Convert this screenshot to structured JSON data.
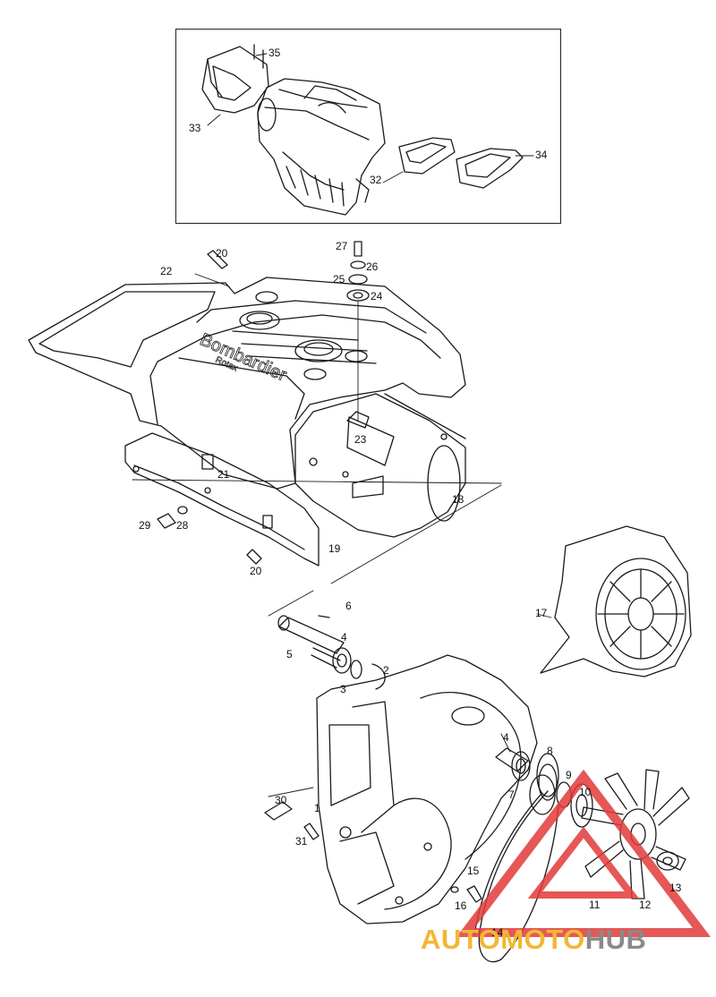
{
  "diagram": {
    "callouts": [
      "35",
      "33",
      "34",
      "32",
      "27",
      "26",
      "25",
      "24",
      "20",
      "22",
      "23",
      "21",
      "18",
      "29",
      "28",
      "19",
      "20",
      "6",
      "4",
      "5",
      "2",
      "3",
      "17",
      "4",
      "8",
      "9",
      "7",
      "10",
      "30",
      "1",
      "31",
      "15",
      "16",
      "14",
      "11",
      "12",
      "13"
    ],
    "brand_text": [
      "Bombardier",
      "Rotax"
    ]
  },
  "watermark": {
    "part1": "AUTO",
    "part2": "MOTO",
    "part3": "HUB",
    "colors": {
      "orange": "#f2b733",
      "grey": "#8a8a8a",
      "red": "#e23a3a"
    }
  }
}
